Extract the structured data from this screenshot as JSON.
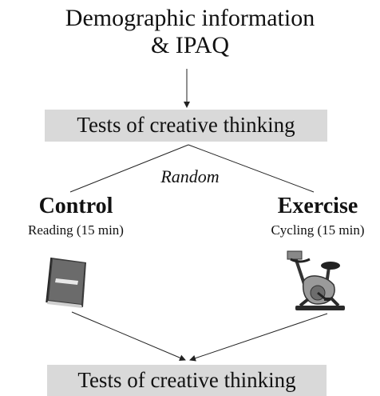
{
  "diagram": {
    "header": {
      "line1": "Demographic information",
      "line2": "& IPAQ"
    },
    "pre_test": "Tests of creative thinking",
    "random_label": "Random",
    "arms": {
      "control": {
        "title": "Control",
        "subtitle": "Reading (15 min)",
        "icon": "book-icon"
      },
      "exercise": {
        "title": "Exercise",
        "subtitle": "Cycling (15 min)",
        "icon": "exercise-bike-icon"
      }
    },
    "post_test": "Tests of creative thinking"
  }
}
